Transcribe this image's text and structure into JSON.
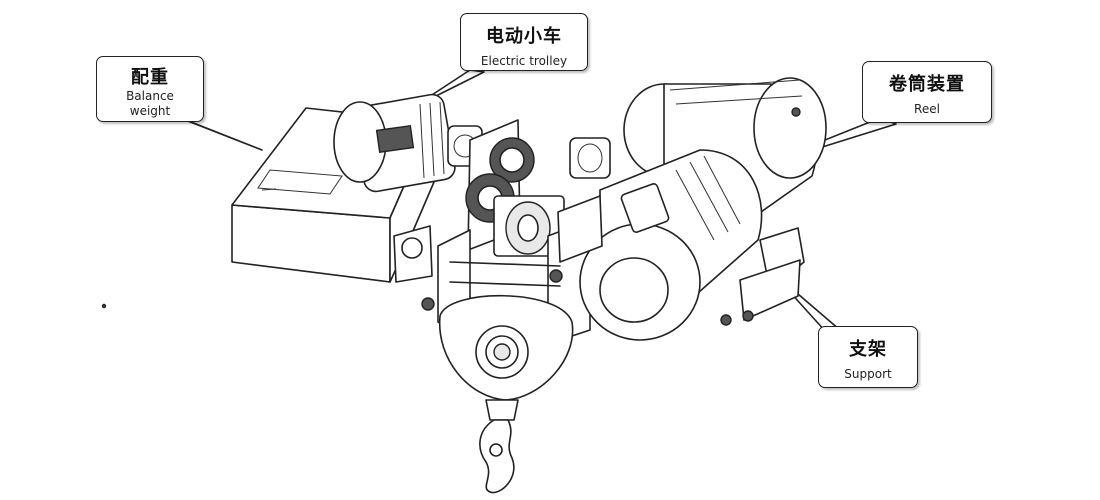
{
  "labels": {
    "balance_weight": {
      "cn": "配重",
      "en_line1": "Balance",
      "en_line2": "weight"
    },
    "electric_trolley": {
      "cn": "电动小车",
      "en": "Electric trolley"
    },
    "reel": {
      "cn": "卷筒装置",
      "en": "Reel"
    },
    "support": {
      "cn": "支架",
      "en": "Support"
    }
  },
  "colors": {
    "line": "#222222",
    "background": "#ffffff"
  }
}
